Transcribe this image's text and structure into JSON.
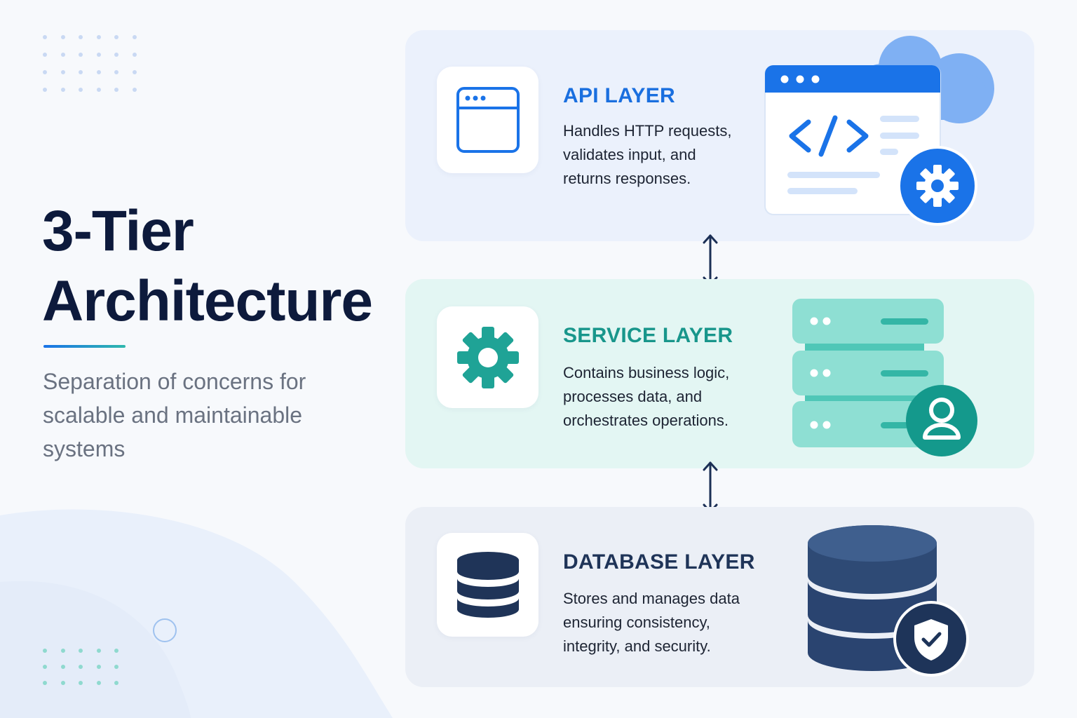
{
  "heading": {
    "title_line1": "3-Tier",
    "title_line2": "Architecture",
    "subtitle": "Separation of concerns for scalable and maintainable systems"
  },
  "layers": [
    {
      "title": "API LAYER",
      "description_lines": [
        "Handles HTTP requests,",
        "validates input, and",
        "returns responses."
      ],
      "tile_icon": "browser-window-icon",
      "illustration": "code-window-cloud-gear",
      "accent": "#1a73e8"
    },
    {
      "title": "SERVICE LAYER",
      "description_lines": [
        "Contains business logic,",
        "processes data, and",
        "orchestrates operations."
      ],
      "tile_icon": "gear-icon",
      "illustration": "server-stack-user",
      "accent": "#1fa396"
    },
    {
      "title": "DATABASE LAYER",
      "description_lines": [
        "Stores and manages data",
        "ensuring consistency,",
        "integrity, and security."
      ],
      "tile_icon": "database-icon",
      "illustration": "database-shield",
      "accent": "#1f3458"
    }
  ],
  "connectors": [
    "double-arrow-icon",
    "double-arrow-icon"
  ],
  "colors": {
    "title": "#0d1a3c",
    "api_card_bg": "#ebf1fc",
    "service_card_bg": "#e3f6f3",
    "db_card_bg": "#ebeff6",
    "arrow": "#1b2f55"
  }
}
